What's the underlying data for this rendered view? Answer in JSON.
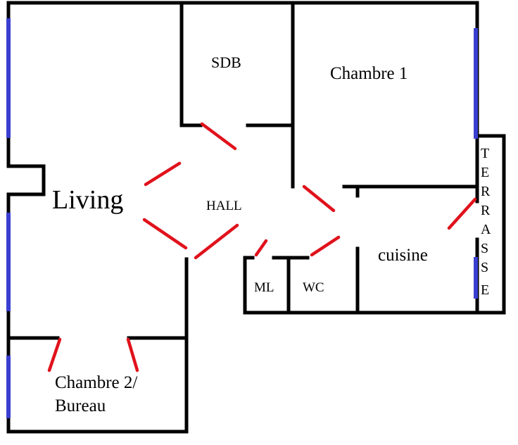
{
  "rooms": {
    "living": "Living",
    "sdb": "SDB",
    "chambre1": "Chambre 1",
    "hall": "HALL",
    "cuisine": "cuisine",
    "ml": "ML",
    "wc": "WC",
    "chambre2_line1": "Chambre 2/",
    "chambre2_line2": "Bureau",
    "terrasse_letters": [
      "T",
      "E",
      "R",
      "R",
      "A",
      "S",
      "S",
      "E"
    ]
  },
  "colors": {
    "wall": "#000000",
    "door": "#e0121c",
    "window": "#3a3fd0"
  }
}
